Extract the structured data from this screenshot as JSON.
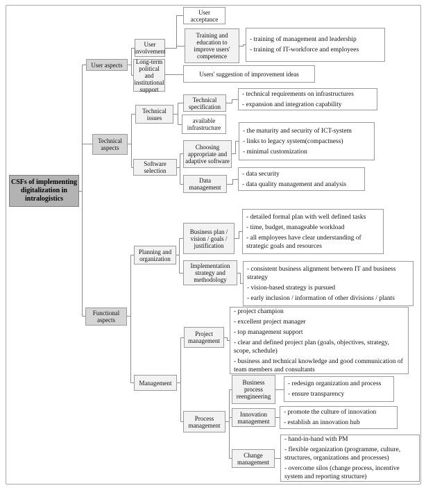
{
  "diagram": {
    "title": "CSFs of implementing digitalization in intralogistics",
    "line_color": "#8a8a8a",
    "root_fill": "#b3b3b3",
    "branch_fill": "#d5d5d5",
    "category_fill": "#f2f2f2",
    "leaf_fill": "#ffffff"
  },
  "nodes": {
    "root": "CSFs of implementing digitalization in intralogistics",
    "user_aspects": "User aspects",
    "user_involvement": "User involvement",
    "long_term_support": "Long-term political and institutional support",
    "user_acceptance": "User acceptance",
    "training_education": "Training and education to improve users' competence",
    "users_suggestion": "Users' suggestion of improvement ideas",
    "technical_aspects": "Technical aspects",
    "technical_issues": "Technical issues",
    "technical_specification": "Technical specification",
    "available_infrastructure": "available infrastructure",
    "software_selection": "Software selection",
    "choosing_software": "Choosing appropriate and adaptive software",
    "data_management": "Data management",
    "functional_aspects": "Functional aspects",
    "planning_organization": "Planning and organization",
    "business_plan": "Business plan / vision / goals / justification",
    "implementation_strategy": "Implementation strategy and methodology",
    "management": "Management",
    "project_management": "Project management",
    "process_management": "Process management",
    "business_process_reengineering": "Business process reengineering",
    "innovation_management": "Innovation management",
    "change_management": "Change management"
  },
  "details": {
    "training_education": [
      "- training of management and leadership",
      "- training of IT-workforce and employees"
    ],
    "technical_specification": [
      "- technical requirements on infrastructures",
      "- expansion and integration capability"
    ],
    "choosing_software": [
      "- the maturity and security of ICT-system",
      "- links to legacy system(compactness)",
      "- minimal customization"
    ],
    "data_management": [
      "- data security",
      "- data quality management and analysis"
    ],
    "business_plan": [
      "- detailed formal plan with well defined tasks",
      "- time, budget, manageable workload",
      "- all employees have clear understanding of strategic goals and resources"
    ],
    "implementation_strategy": [
      "- consistent business alignment between IT and business strategy",
      "- vision-based strategy is pursued",
      "- early inclusion / information of other divisions / plants"
    ],
    "project_management": [
      "- project champion",
      "- excellent project manager",
      "- top management support",
      "- clear and defined project plan (goals, objectives, strategy, scope, schedule)",
      "- business and technical knowledge and good communication of team members and consultants"
    ],
    "business_process_reengineering": [
      "- redesign organization and process",
      "- ensure transparency"
    ],
    "innovation_management": [
      "- promote the culture of innovation",
      "- establish an innovation hub"
    ],
    "change_management": [
      "- hand-in-hand with PM",
      "- flexible organization (programme, culture, structures, organizations and processes)",
      "- overcome silos (change process, incentive system and reporting structure)"
    ]
  }
}
